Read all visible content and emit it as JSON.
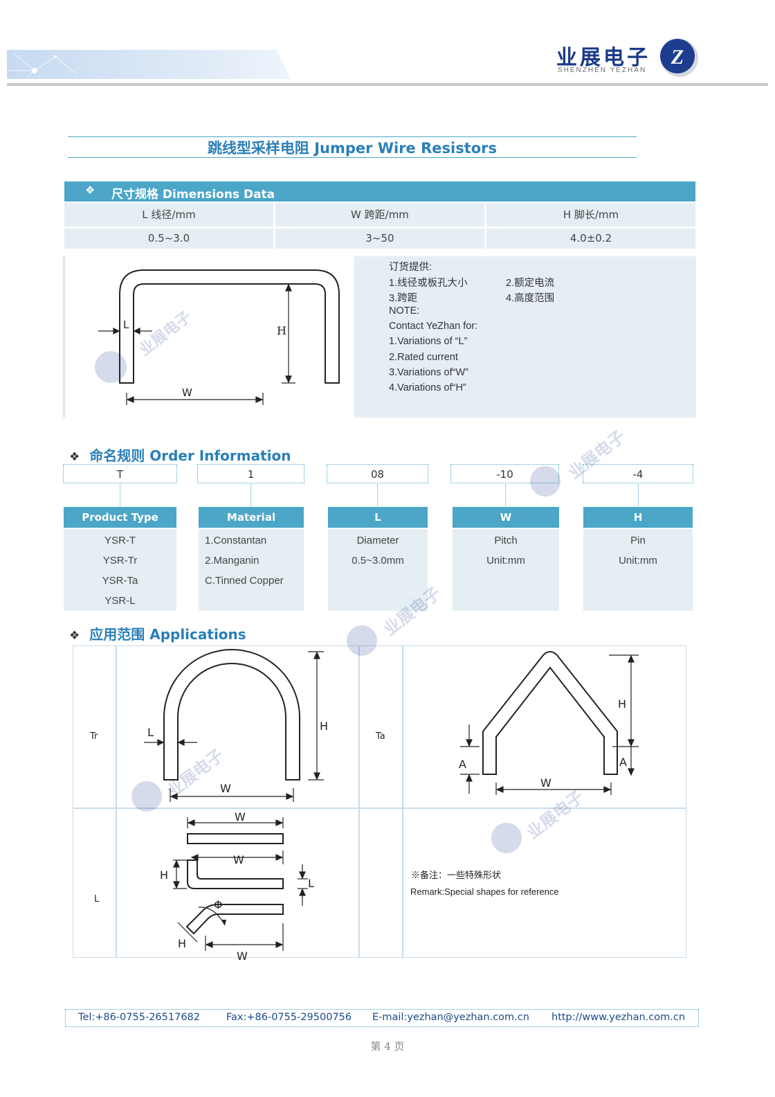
{
  "header": {
    "brand_cn": "业展电子",
    "brand_en": "SHENZHEN YEZHAN"
  },
  "title": "跳线型采样电阻  Jumper Wire Resistors",
  "dimensions": {
    "heading": "尺寸规格 Dimensions  Data",
    "columns": [
      "L 线径/mm",
      "W 跨距/mm",
      "H 脚长/mm"
    ],
    "values": [
      "0.5~3.0",
      "3~50",
      "4.0±0.2"
    ]
  },
  "diagram_main": {
    "label_l": "L",
    "label_h": "H",
    "label_w": "W"
  },
  "order_note": {
    "lines": [
      "订货提供:",
      "1.线径或板孔大小",
      "2.额定电流",
      "3.跨距",
      "4.高度范围",
      "NOTE:",
      "Contact YeZhan for:",
      "1.Variations of “L”",
      "2.Rated current",
      "3.Variations of“W”",
      "4.Variations of“H”"
    ]
  },
  "order_info": {
    "heading": "命名规则 Order Information",
    "codes": [
      "T",
      "1",
      "08",
      "-10",
      "-4"
    ],
    "columns": [
      {
        "head": "Product Type",
        "lines": [
          "YSR-T",
          "YSR-Tr",
          "YSR-Ta",
          "YSR-L"
        ]
      },
      {
        "head": "Material",
        "lines": [
          "1.Constantan",
          "2.Manganin",
          "C.Tinned Copper"
        ]
      },
      {
        "head": "L",
        "lines": [
          "Diameter",
          "0.5~3.0mm"
        ]
      },
      {
        "head": "W",
        "lines": [
          "Pitch",
          "Unit:mm"
        ]
      },
      {
        "head": "H",
        "lines": [
          "Pin",
          "Unit:mm"
        ]
      }
    ]
  },
  "applications": {
    "heading": "应用范围 Applications",
    "row_labels": [
      "Tr",
      "Ta",
      "L"
    ],
    "tr_labels": {
      "l": "L",
      "h": "H",
      "w": "W"
    },
    "ta_labels": {
      "a1": "A",
      "a2": "A",
      "h": "H",
      "w": "W"
    },
    "l_labels": {
      "w1": "W",
      "w2": "W",
      "w3": "W",
      "h1": "H",
      "h2": "H",
      "l": "L",
      "phi": "Φ"
    },
    "remark_cn": "※备注：一些特殊形状",
    "remark_en": "Remark:Special shapes for reference"
  },
  "footer": {
    "tel": "Tel:+86-0755-26517682",
    "fax": "Fax:+86-0755-29500756",
    "email": "E-mail:yezhan@yezhan.com.cn",
    "web": "http://www.yezhan.com.cn",
    "page": "第 4 页"
  },
  "colors": {
    "accent": "#4ba6c7",
    "title_blue": "#2a7fb8",
    "cell_bg": "#e4eef3",
    "brand": "#1a3a8a"
  }
}
